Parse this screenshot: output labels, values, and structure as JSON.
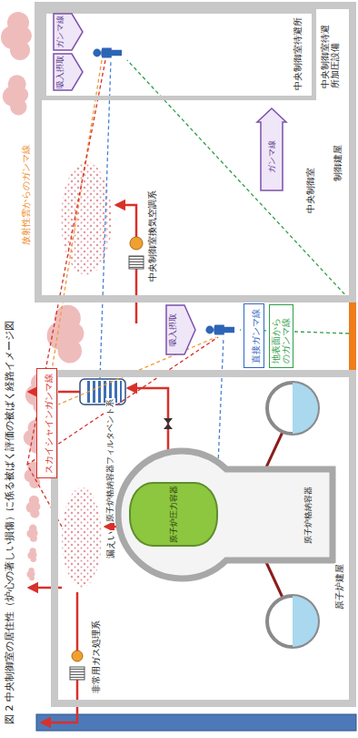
{
  "diagram": {
    "caption": "図 2 中央制御室の居住性（炉心の著しい損傷）に係る被ばく評価の被ばく経路イメージ図",
    "nodes": [
      {
        "text": [
          "原子炉建屋"
        ]
      },
      {
        "text": [
          "原子炉格納容器"
        ],
        "in": 0
      },
      {
        "text": [
          "原子炉圧力容器"
        ],
        "in": 1
      },
      {
        "text": [
          "制御建屋"
        ]
      },
      {
        "text": [
          "中央制御室"
        ],
        "in": 3
      },
      {
        "text": [
          "中央制御室待避所"
        ],
        "in": 3
      },
      {
        "text": [
          "ガンマ線"
        ],
        "in": 5
      },
      {
        "text": [
          "吸入摂取"
        ],
        "in": 5
      },
      {
        "text": [
          "ガンマ線"
        ],
        "in": 4
      },
      {
        "text": [
          "スカイシャインガンマ線"
        ]
      },
      {
        "text": [
          "吸入摂取"
        ]
      },
      {
        "text": [
          "直接ガンマ線"
        ]
      },
      {
        "text": [
          "地表面からのガンマ線"
        ]
      }
    ],
    "labels": [
      "非常用ガス処理系",
      "漏えい",
      "原子炉格納容器フィルタベント系",
      "中央制御室換気空調系",
      "中央制御室待避所加圧設備",
      "放射性雲からのガンマ線"
    ]
  }
}
